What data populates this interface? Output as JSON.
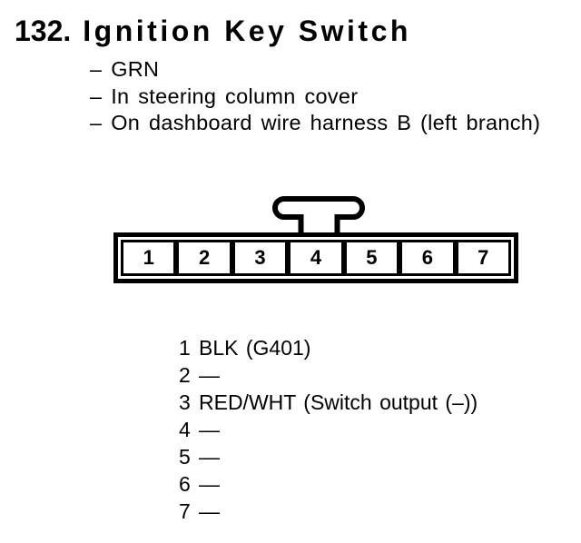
{
  "section": {
    "number": "132.",
    "title": "Ignition Key Switch",
    "notes": [
      "– GRN",
      "– In steering column cover",
      "– On dashboard wire harness B (left branch)"
    ]
  },
  "connector": {
    "description": "7-cavity connector, latch tab on top",
    "pins": [
      "1",
      "2",
      "3",
      "4",
      "5",
      "6",
      "7"
    ]
  },
  "pin_list": [
    {
      "num": "1",
      "label": "BLK (G401)"
    },
    {
      "num": "2",
      "label": "—"
    },
    {
      "num": "3",
      "label": "RED/WHT (Switch output (–))"
    },
    {
      "num": "4",
      "label": "—"
    },
    {
      "num": "5",
      "label": "—"
    },
    {
      "num": "6",
      "label": "—"
    },
    {
      "num": "7",
      "label": "—"
    }
  ],
  "colors": {
    "ink": "#000000",
    "paper": "#ffffff"
  }
}
